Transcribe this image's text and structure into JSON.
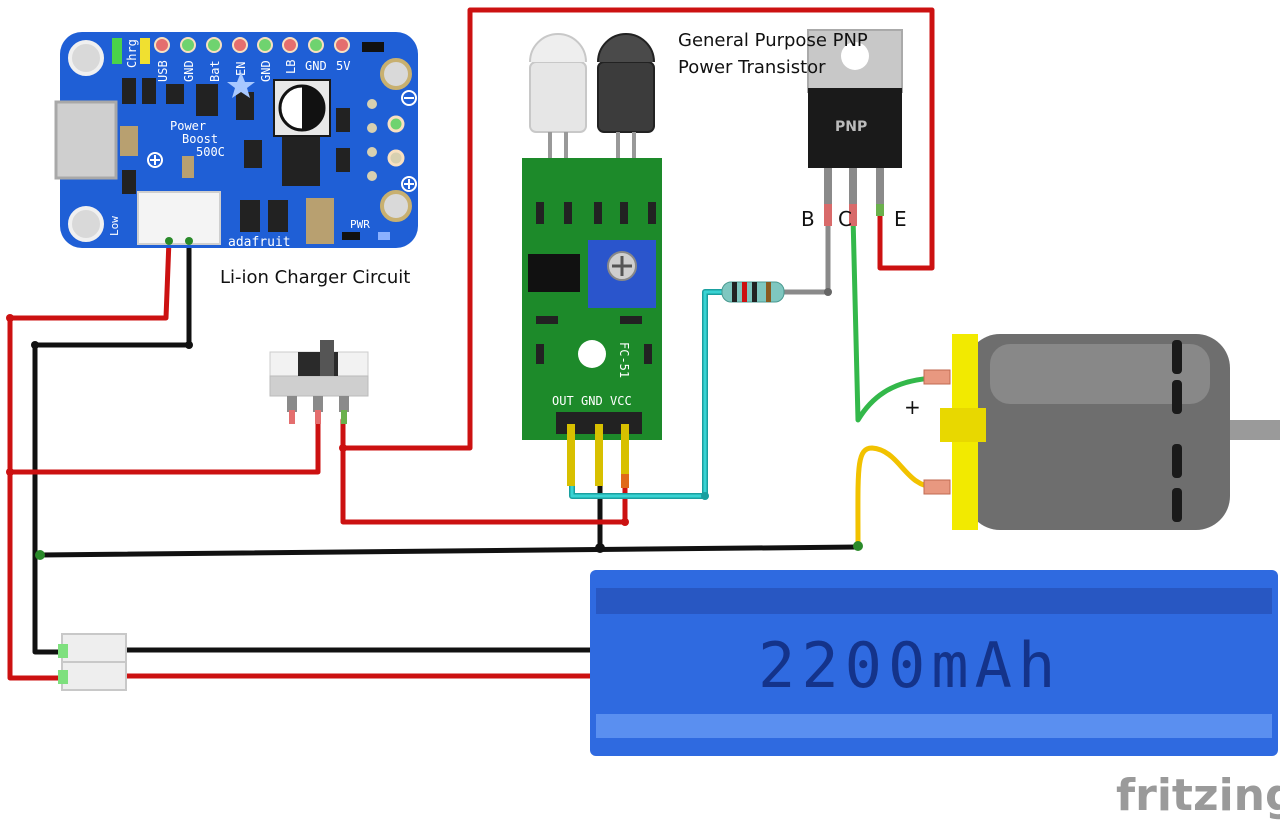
{
  "labels": {
    "charger_circuit": "Li-ion Charger Circuit",
    "transistor_line1": "General Purpose PNP",
    "transistor_line2": "Power Transistor",
    "pin_b": "B",
    "pin_c": "C",
    "pin_e": "E",
    "motor_plus": "+",
    "battery_capacity": "2200mAh",
    "watermark": "fritzing"
  },
  "charger_board": {
    "pin_labels": [
      "Chrg",
      "USB",
      "GND",
      "Bat",
      "EN",
      "GND",
      "LB",
      "GND",
      "5V"
    ],
    "name_line1": "Power",
    "name_line2": "Boost",
    "name_line3": "500C",
    "brand": "adafruit",
    "low": "Low",
    "pwr": "PWR"
  },
  "sensor_board": {
    "model": "FC-51",
    "pin_labels": [
      "OUT",
      "GND",
      "VCC"
    ]
  },
  "transistor": {
    "package_text": "PNP"
  },
  "colors": {
    "wire_red": "#cc1111",
    "wire_black": "#111111",
    "wire_green": "#33b84a",
    "wire_yellow": "#f2c200",
    "wire_cyan": "#39d3d3",
    "wire_grey": "#8a8a8a",
    "board_blue": "#1f5fd6",
    "sensor_green": "#1d8a2a",
    "battery_blue": "#2f6ae0",
    "motor_grey": "#6e6e6e",
    "motor_yellow": "#f2ea00"
  }
}
